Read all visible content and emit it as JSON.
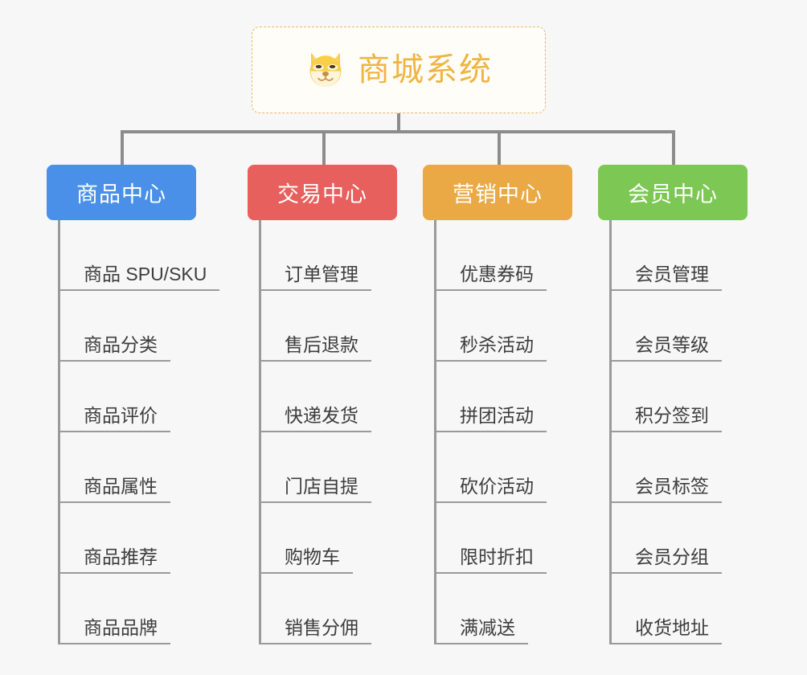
{
  "page": {
    "background_color": "#f7f7f7",
    "type": "org-chart-mindmap"
  },
  "root": {
    "title": "商城系统",
    "icon": "shiba-dog-icon",
    "text_color": "#eeb543",
    "border_color": "#e8b960",
    "background_color": "#fffdf8"
  },
  "connector": {
    "color": "#8c8c8c"
  },
  "categories": [
    {
      "label": "商品中心",
      "color": "#4a90e8",
      "items": [
        "商品 SPU/SKU",
        "商品分类",
        "商品评价",
        "商品属性",
        "商品推荐",
        "商品品牌"
      ]
    },
    {
      "label": "交易中心",
      "color": "#e8605d",
      "items": [
        "订单管理",
        "售后退款",
        "快递发货",
        "门店自提",
        "购物车",
        "销售分佣"
      ]
    },
    {
      "label": "营销中心",
      "color": "#eaa945",
      "items": [
        "优惠券码",
        "秒杀活动",
        "拼团活动",
        "砍价活动",
        "限时折扣",
        "满减送"
      ]
    },
    {
      "label": "会员中心",
      "color": "#7dc855",
      "items": [
        "会员管理",
        "会员等级",
        "积分签到",
        "会员标签",
        "会员分组",
        "收货地址"
      ]
    }
  ]
}
